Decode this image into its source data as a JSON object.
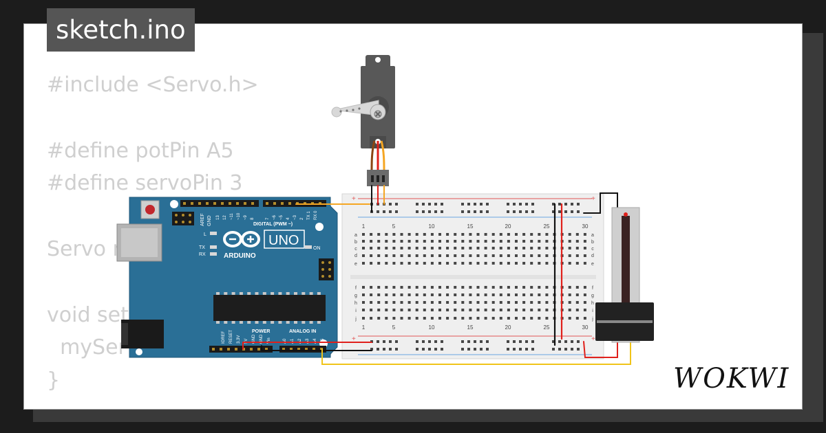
{
  "file_tab": {
    "label": "sketch.ino"
  },
  "code_lines": [
    "#include <Servo.h>",
    "",
    "#define potPin A5",
    "#define servoPin 3",
    "",
    "Servo myServo;",
    "",
    "void setup() {",
    "  myServo.attach(servoPin);",
    "}"
  ],
  "arduino": {
    "model_label": "UNO",
    "brand_label": "ARDUINO",
    "digital_label": "DIGITAL (PWM ~)",
    "power_label": "POWER",
    "analog_label": "ANALOG IN",
    "aref_label": "AREF",
    "gnd_label": "GND",
    "on_label": "ON",
    "led_l_label": "L",
    "led_tx_label": "TX",
    "led_rx_label": "RX",
    "digital_pins": [
      "13",
      "12",
      "~11",
      "~10",
      "~9",
      "8",
      "7",
      "~6",
      "~5",
      "4",
      "~3",
      "2",
      "TX 1",
      "RX 0"
    ],
    "power_pins": [
      "IOREF",
      "RESET",
      "3.3V",
      "5V",
      "GND",
      "GND",
      "Vin"
    ],
    "analog_pins": [
      "A0",
      "A1",
      "A2",
      "A3",
      "A4",
      "A5"
    ]
  },
  "breadboard": {
    "col_numbers": [
      "1",
      "5",
      "10",
      "15",
      "20",
      "25",
      "30"
    ],
    "rows_top": [
      "a",
      "b",
      "c",
      "d",
      "e"
    ],
    "rows_bottom": [
      "f",
      "g",
      "h",
      "i",
      "j"
    ]
  },
  "logo": {
    "text": "WOKWI"
  },
  "colors": {
    "arduino_blue": "#2a6f96",
    "wire_orange": "#f5a623",
    "wire_red": "#e0201b",
    "wire_black": "#111111",
    "wire_yellow": "#f0c419",
    "servo_body": "#585858"
  }
}
